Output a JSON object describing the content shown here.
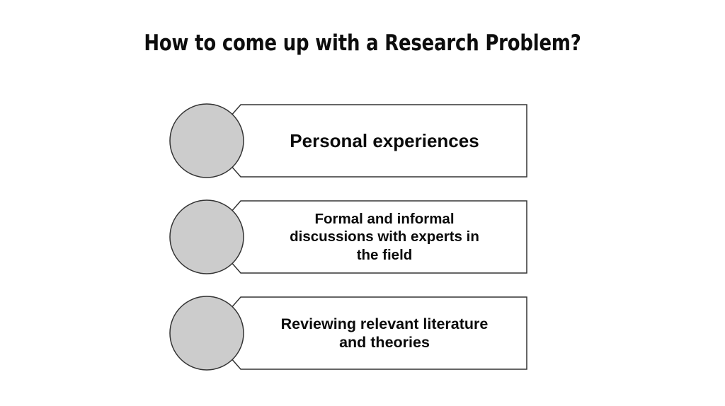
{
  "slide": {
    "title": "How to come up with a Research Problem?",
    "background_color": "#FFFFFF",
    "text_color": "#0D0D0D"
  },
  "diagram": {
    "type": "chevron-list",
    "shape_style": {
      "circle_fill": "#CCCCCC",
      "circle_stroke": "#333333",
      "box_fill": "#FFFFFF",
      "box_stroke": "#333333",
      "stroke_width": "1.5"
    },
    "rows": [
      {
        "index": "1",
        "bullet_name": "step-circle-1",
        "text": "Personal experiences",
        "lines": [
          "Personal experiences"
        ]
      },
      {
        "index": "2",
        "bullet_name": "step-circle-2",
        "text": "Formal and informal discussions with experts in the field",
        "lines": [
          "Formal and informal",
          "discussions with experts in",
          "the field"
        ]
      },
      {
        "index": "3",
        "bullet_name": "step-circle-3",
        "text": "Reviewing relevant literature and theories",
        "lines": [
          "Reviewing relevant literature",
          "and theories"
        ]
      }
    ]
  }
}
